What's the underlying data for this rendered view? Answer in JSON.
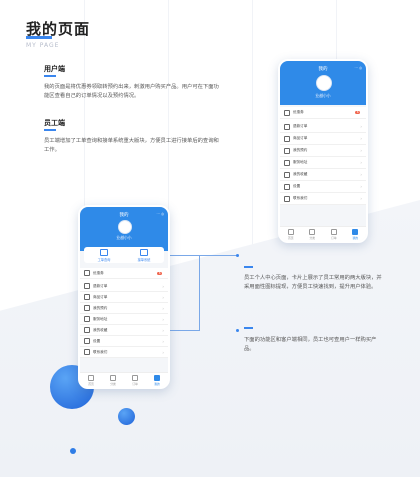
{
  "page": {
    "title": "我的页面",
    "subtitle": "MY PAGE"
  },
  "sections": [
    {
      "heading": "用户端",
      "body": "我的页面是将优惠券领取转预约出来，刺激用户购买产品。用户可在下面功能区查看自己的订单情况以及预约情况。"
    },
    {
      "heading": "员工端",
      "body": "员工端增加了工单查询和接单系统重大版块，方便员工进行接单后的查询和工作。"
    }
  ],
  "notes": [
    "员工个人中心页面，卡片上展示了员工常用的两大版块，并采用面性图标提现，方便员工快速找到，提升用户体验。",
    "下面的功能区和客户端相同，员工也可查用户一样购买产品。"
  ],
  "phone": {
    "title": "我的",
    "username": "业越小小",
    "header_icons": "⋯ ◎",
    "cards": [
      "工单查询",
      "接单系统"
    ],
    "menu": [
      {
        "label": "优惠券",
        "badge": "6",
        "icon": "coupon-icon"
      },
      {
        "label": "退款订单",
        "icon": "refund-icon"
      },
      {
        "label": "商品订单",
        "icon": "order-icon"
      },
      {
        "label": "我的预约",
        "icon": "calendar-icon"
      },
      {
        "label": "服务地址",
        "icon": "location-icon"
      },
      {
        "label": "我的收藏",
        "icon": "star-icon"
      },
      {
        "label": "设置",
        "icon": "gear-icon"
      },
      {
        "label": "联系我们",
        "icon": "phone-icon"
      }
    ],
    "tabs": [
      {
        "label": "首页",
        "icon": "home-icon"
      },
      {
        "label": "分类",
        "icon": "grid-icon"
      },
      {
        "label": "订单",
        "icon": "list-icon"
      },
      {
        "label": "我的",
        "icon": "user-icon",
        "active": true
      }
    ]
  },
  "colors": {
    "accent": "#2f8ae8",
    "badge": "#f0664e"
  }
}
